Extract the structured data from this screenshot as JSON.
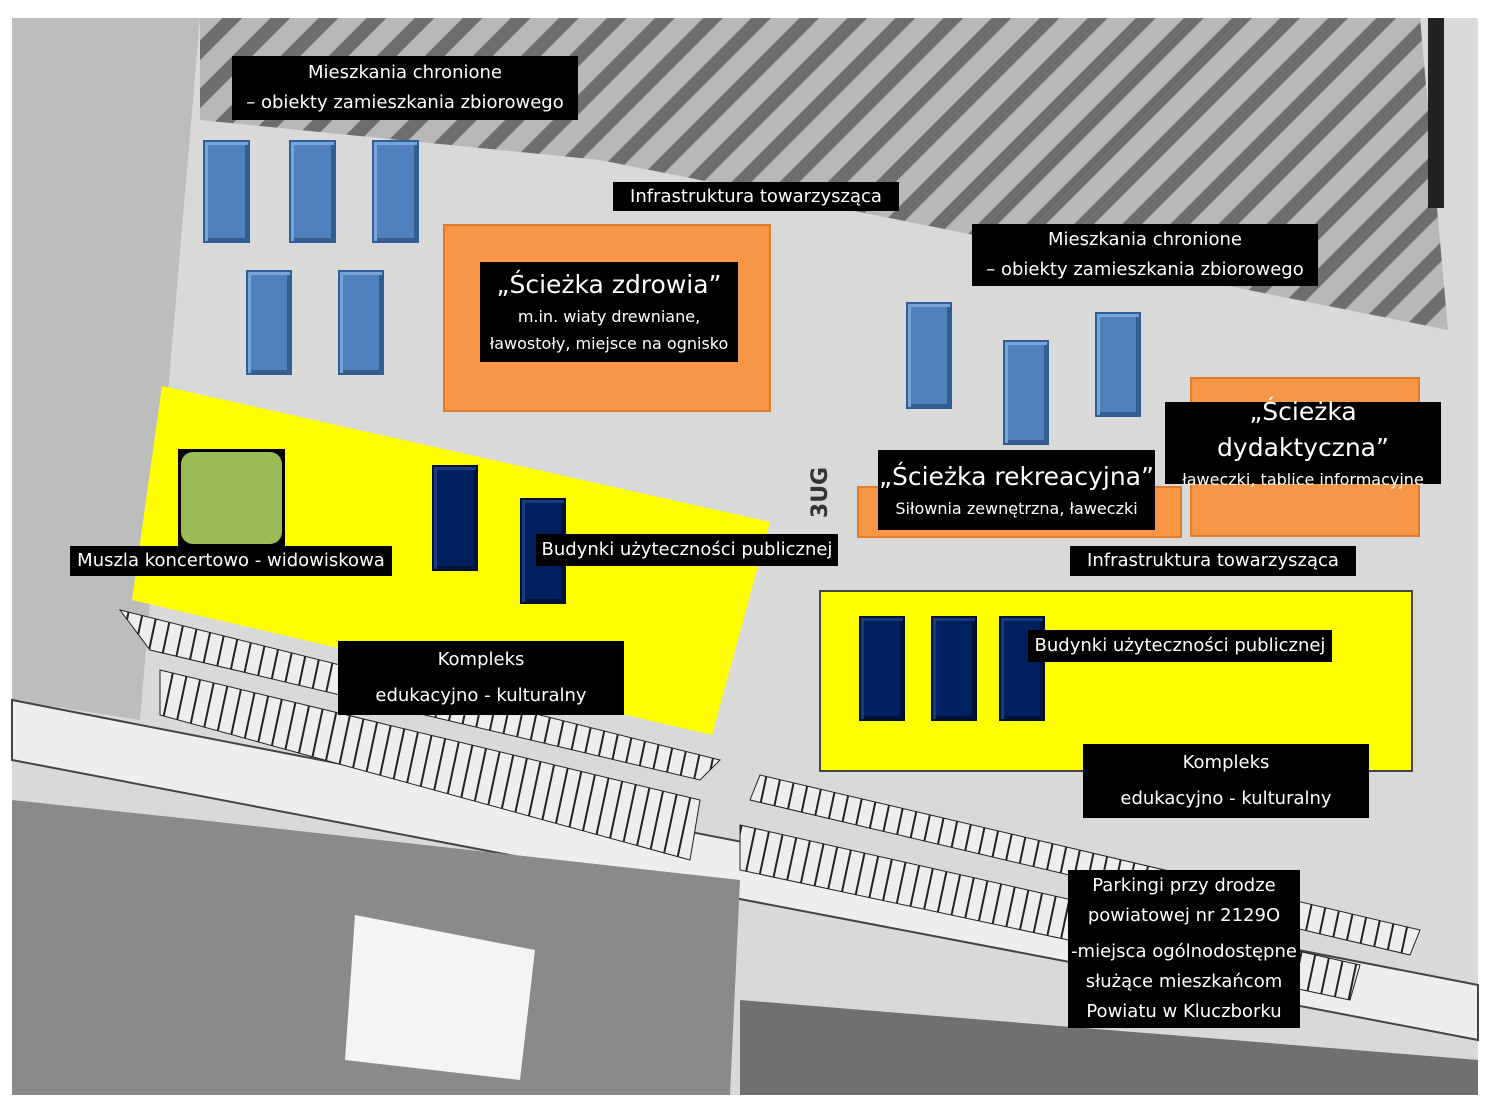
{
  "colors": {
    "residential": "#4f81bd",
    "public_building": "#002060",
    "path_area": "#f79646",
    "complex_area": "#ffff00",
    "amphitheatre": "#9bbb59",
    "label_bg": "#000000"
  },
  "map_text": {
    "zone_code": "3UG"
  },
  "labels": {
    "housing_nw": {
      "line1": "Mieszkania chronione",
      "line2": "– obiekty zamieszkania zbiorowego"
    },
    "infra_top": {
      "text": "Infrastruktura towarzysząca"
    },
    "health_path": {
      "title": "„Ścieżka zdrowia”",
      "line1": "m.in. wiaty drewniane,",
      "line2": "ławostoły, miejsce na ognisko"
    },
    "housing_ne": {
      "line1": "Mieszkania chronione",
      "line2": "– obiekty zamieszkania zbiorowego"
    },
    "didactic_path": {
      "title": "„Ścieżka dydaktyczna”",
      "line1": "ławeczki, tablice informacyjne"
    },
    "recreation_path": {
      "title": "„Ścieżka rekreacyjna”",
      "line1": "Siłownia zewnętrzna, ławeczki"
    },
    "amphitheatre": {
      "text": "Muszla koncertowo - widowiskowa"
    },
    "public_bld_w": {
      "text": "Budynki użyteczności publicznej"
    },
    "infra_mid": {
      "text": "Infrastruktura towarzysząca"
    },
    "complex_w": {
      "line1": "Kompleks",
      "line2": "edukacyjno - kulturalny"
    },
    "public_bld_e": {
      "text": "Budynki użyteczności publicznej"
    },
    "complex_e": {
      "line1": "Kompleks",
      "line2": "edukacyjno - kulturalny"
    },
    "parking": {
      "line1": "Parkingi przy drodze",
      "line2": "powiatowej nr 2129O",
      "line3": "-miejsca ogólnodostępne",
      "line4": "służące mieszkańcom",
      "line5": "Powiatu w Kluczborku"
    }
  }
}
